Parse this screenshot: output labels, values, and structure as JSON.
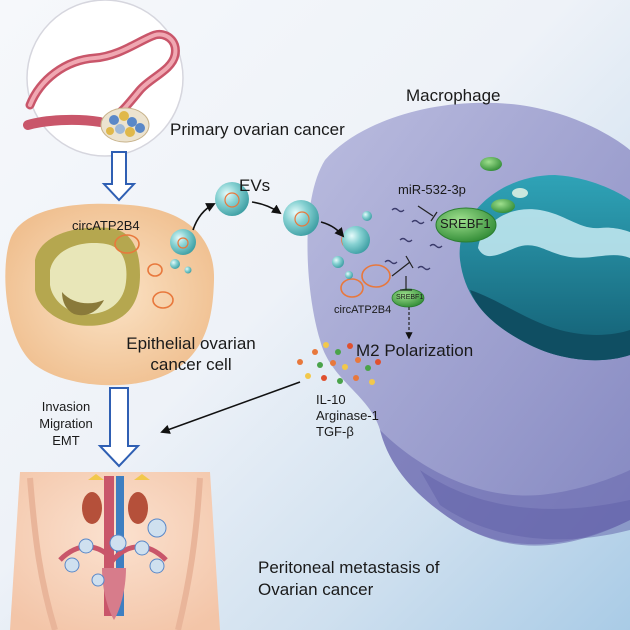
{
  "labels": {
    "primary": "Primary ovarian cancer",
    "macrophage": "Macrophage",
    "evs": "EVs",
    "circ_cell": "circATP2B4",
    "circ_mac": "circATP2B4",
    "mirna": "miR-532-3p",
    "srebf1_big": "SREBF1",
    "srebf1_small": "SREBF1",
    "epithelial_line1": "Epithelial ovarian",
    "epithelial_line2": "cancer cell",
    "m2": "M2 Polarization",
    "cyto1": "IL-10",
    "cyto2": "Arginase-1",
    "cyto3": "TGF-β",
    "inv1": "Invasion",
    "inv2": "Migration",
    "inv3": "EMT",
    "meta1": "Peritoneal metastasis of",
    "meta2": "Ovarian cancer"
  },
  "colors": {
    "arrow_blue": "#2f5fb3",
    "cell_orange": "#f2c79a",
    "macrophage_purple": "#9a9bcf",
    "nucleus_teal": "#1d7f95",
    "ev_teal": "#6cc2c4",
    "srebf1_green": "#4aa34a",
    "circ_rna_orange": "#e8783c"
  }
}
